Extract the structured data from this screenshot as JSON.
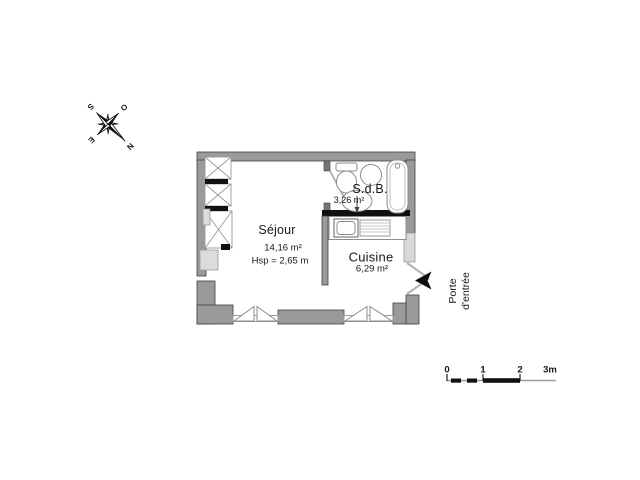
{
  "document_type": "floor-plan",
  "compass": {
    "north": "N",
    "south": "S",
    "east": "E",
    "west": "O"
  },
  "rooms": {
    "sejour": {
      "name": "Séjour",
      "area": "14,16 m²",
      "ceiling_height": "Hsp = 2,65 m"
    },
    "sdb": {
      "name": "S.d.B.",
      "area": "3,26 m²"
    },
    "cuisine": {
      "name": "Cuisine",
      "area": "6,29 m²"
    }
  },
  "entrance": {
    "line1": "Porte",
    "line2": "d'entrée"
  },
  "scale": {
    "ticks": [
      "0",
      "1",
      "2",
      "3m"
    ]
  },
  "colors": {
    "wall": "#9a9a9a",
    "wall_outline": "#3f3f3f",
    "black_partition": "#111111",
    "light_recess": "#d9d9d9",
    "fixture_outline": "#8c8c8c",
    "text": "#161616"
  }
}
